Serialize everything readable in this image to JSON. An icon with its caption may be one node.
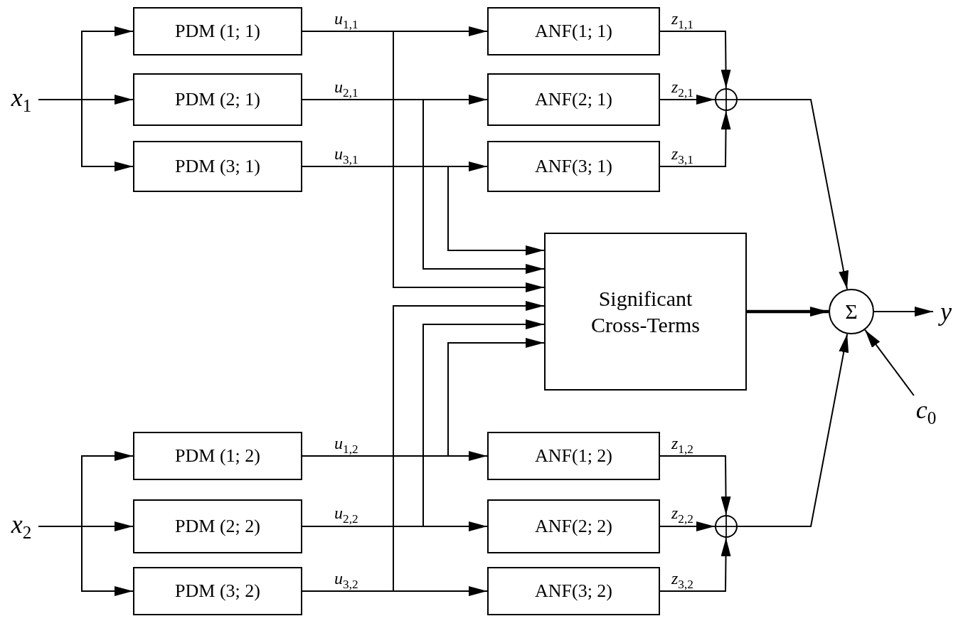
{
  "diagram": {
    "nodes": [
      {
        "text": [
          "*x*$_{1}$"
        ]
      },
      {
        "text": [
          "PDM (1; 1)"
        ]
      },
      {
        "text": [
          "PDM (2; 1)"
        ]
      },
      {
        "text": [
          "PDM (3; 1)"
        ]
      },
      {
        "text": [
          "ANF(1; 1)"
        ]
      },
      {
        "text": [
          "ANF(2; 1)"
        ]
      },
      {
        "text": [
          "ANF(3; 1)"
        ]
      },
      {
        "text": [],
        "shape": "circle"
      },
      {
        "text": [
          "Significant Cross-Terms"
        ]
      },
      {
        "text": [
          "Σ"
        ]
      },
      {
        "text": [
          "y"
        ]
      },
      {
        "text": [
          "*c*$_{0}$"
        ]
      },
      {
        "text": [
          "*x*$_{2}$"
        ]
      },
      {
        "text": [
          "PDM (1; 2)"
        ]
      },
      {
        "text": [
          "PDM (2; 2)"
        ]
      },
      {
        "text": [
          "PDM (3; 2)"
        ]
      },
      {
        "text": [
          "ANF(1; 2)"
        ]
      },
      {
        "text": [
          "ANF(2; 2)"
        ]
      },
      {
        "text": [
          "ANF(3; 2)"
        ]
      },
      {
        "text": [],
        "shape": "circle"
      }
    ],
    "edges": [
      {
        "from": 0,
        "to": 1,
        "arrow": "to"
      },
      {
        "from": 0,
        "to": 2,
        "arrow": "to"
      },
      {
        "from": 0,
        "to": 3,
        "arrow": "to"
      },
      {
        "from": 1,
        "to": 4,
        "arrow": "to",
        "label": "*u*$_{1,1}$"
      },
      {
        "from": 2,
        "to": 5,
        "arrow": "to",
        "label": "*u*$_{2,1}$"
      },
      {
        "from": 3,
        "to": 6,
        "arrow": "to",
        "label": "*u*$_{3,1}$"
      },
      {
        "from": 1,
        "to": 8,
        "arrow": "to"
      },
      {
        "from": 2,
        "to": 8,
        "arrow": "to"
      },
      {
        "from": 3,
        "to": 8,
        "arrow": "to"
      },
      {
        "from": 4,
        "to": 7,
        "arrow": "to",
        "label": "*z*$_{1,1}$"
      },
      {
        "from": 5,
        "to": 7,
        "arrow": "to",
        "label": "*z*$_{2,1}$"
      },
      {
        "from": 6,
        "to": 7,
        "arrow": "to",
        "label": "*z*$_{3,1}$"
      },
      {
        "from": 7,
        "to": 9,
        "arrow": "to"
      },
      {
        "from": 8,
        "to": 9,
        "arrow": "to",
        "style": "thick"
      },
      {
        "from": 9,
        "to": 10,
        "arrow": "to"
      },
      {
        "from": 11,
        "to": 9,
        "arrow": "to"
      },
      {
        "from": 12,
        "to": 13,
        "arrow": "to"
      },
      {
        "from": 12,
        "to": 14,
        "arrow": "to"
      },
      {
        "from": 12,
        "to": 15,
        "arrow": "to"
      },
      {
        "from": 13,
        "to": 16,
        "arrow": "to",
        "label": "*u*$_{1,2}$"
      },
      {
        "from": 14,
        "to": 17,
        "arrow": "to",
        "label": "*u*$_{2,2}$"
      },
      {
        "from": 15,
        "to": 18,
        "arrow": "to",
        "label": "*u*$_{3,2}$"
      },
      {
        "from": 13,
        "to": 8,
        "arrow": "to"
      },
      {
        "from": 14,
        "to": 8,
        "arrow": "to"
      },
      {
        "from": 15,
        "to": 8,
        "arrow": "to"
      },
      {
        "from": 16,
        "to": 19,
        "arrow": "to",
        "label": "*z*$_{1,2}$"
      },
      {
        "from": 17,
        "to": 19,
        "arrow": "to",
        "label": "*z*$_{2,2}$"
      },
      {
        "from": 18,
        "to": 19,
        "arrow": "to",
        "label": "*z*$_{3,2}$"
      },
      {
        "from": 19,
        "to": 9,
        "arrow": "to"
      }
    ]
  }
}
